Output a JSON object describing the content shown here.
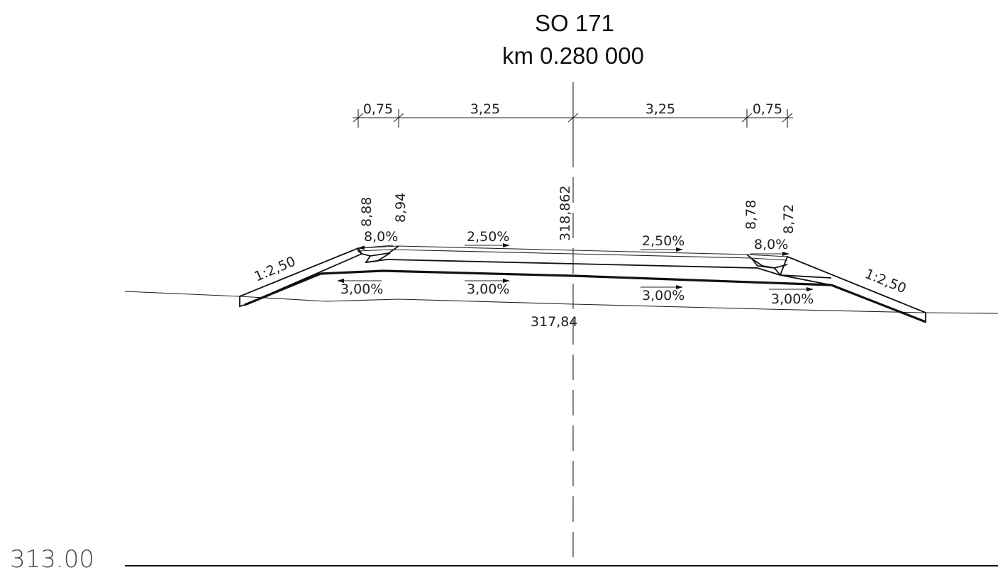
{
  "title": {
    "line1": "SO 171",
    "line2": "km 0.280 000"
  },
  "dimensions": {
    "left_shoulder": "0,75",
    "left_lane": "3,25",
    "right_lane": "3,25",
    "right_shoulder": "0,75"
  },
  "levels": {
    "left_outer": "8,88",
    "left_inner": "8,94",
    "axis": "318,862",
    "right_inner": "8,78",
    "right_outer": "8,72",
    "terrain_axis": "317,84"
  },
  "slopes": {
    "left_shoulder": "8,0%",
    "left_lane": "2,50%",
    "right_lane": "2,50%",
    "right_shoulder": "8,0%",
    "left_embankment": "1:2,50",
    "right_embankment": "1:2,50",
    "subgrade_1": "3,00%",
    "subgrade_2": "3,00%",
    "subgrade_3": "3,00%",
    "subgrade_4": "3,00%"
  },
  "datum": {
    "label": "313.00"
  }
}
